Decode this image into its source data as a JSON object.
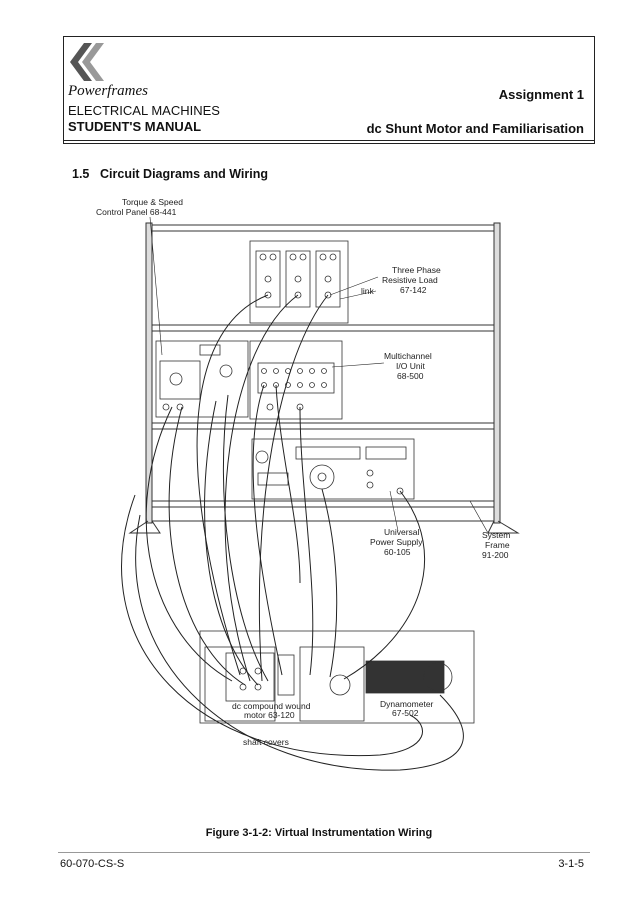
{
  "header": {
    "brand": "Powerframes",
    "line1": "ELECTRICAL MACHINES",
    "line2": "STUDENT'S MANUAL",
    "assignment": "Assignment 1",
    "subtitle": "dc Shunt Motor and Familiarisation"
  },
  "section": {
    "number": "1.5",
    "title": "Circuit Diagrams and Wiring"
  },
  "figure": {
    "labels": {
      "torque_panel_1": "Torque & Speed",
      "torque_panel_2": "Control Panel 68-441",
      "load_1": "Three Phase",
      "load_2": "Resistive Load",
      "load_3": "67-142",
      "link": "link",
      "io_1": "Multichannel",
      "io_2": "I/O Unit",
      "io_3": "68-500",
      "psu_1": "Universal",
      "psu_2": "Power Supply",
      "psu_3": "60-105",
      "frame_1": "System",
      "frame_2": "Frame",
      "frame_3": "91-200",
      "motor_1": "dc compound wound",
      "motor_2": "motor 63-120",
      "dyn_1": "Dynamometer",
      "dyn_2": "67-502",
      "shaft": "shaft covers"
    },
    "caption": "Figure 3-1-2: Virtual Instrumentation Wiring"
  },
  "footer": {
    "left": "60-070-CS-S",
    "right": "3-1-5"
  }
}
